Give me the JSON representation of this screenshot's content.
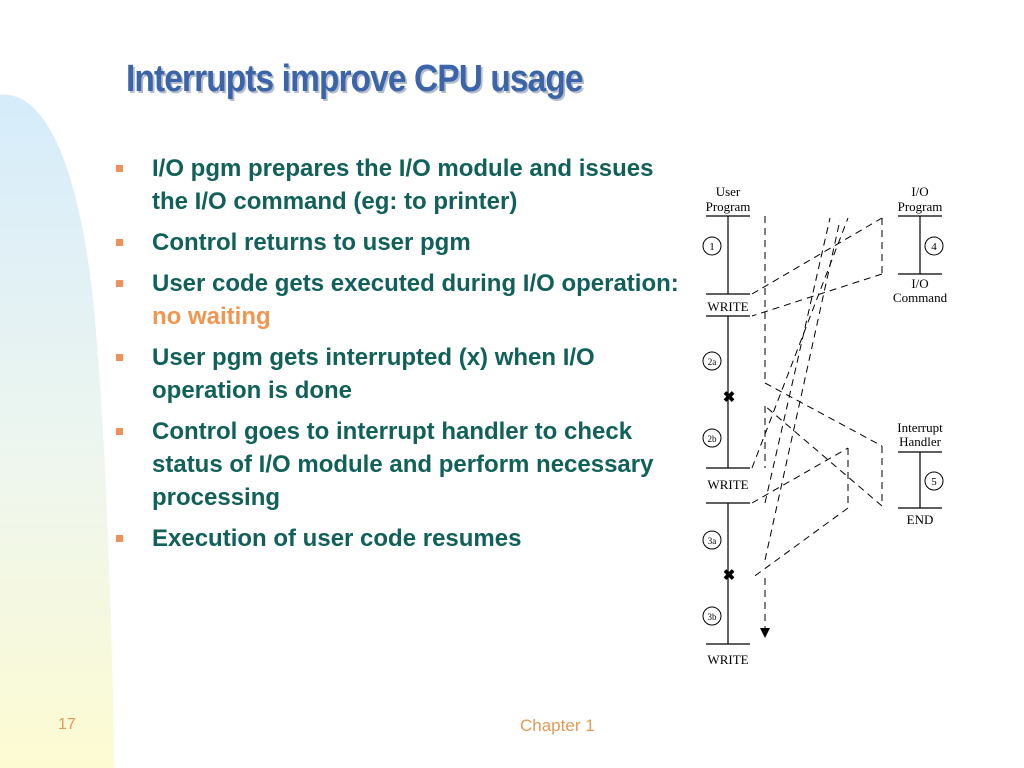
{
  "slide": {
    "title": "Interrupts improve CPU usage",
    "bullets": [
      {
        "text": "I/O pgm prepares the I/O module and issues the I/O command (eg: to printer)",
        "highlight": ""
      },
      {
        "text": "Control returns to user pgm",
        "highlight": ""
      },
      {
        "text": "User code gets executed during I/O operation: ",
        "highlight": "no waiting"
      },
      {
        "text": "User pgm gets interrupted (x) when I/O operation is done",
        "highlight": ""
      },
      {
        "text": "Control goes to interrupt handler to check status of I/O module and perform necessary processing",
        "highlight": ""
      },
      {
        "text": "Execution of user code resumes",
        "highlight": ""
      }
    ],
    "page_number": "17",
    "footer": "Chapter 1"
  },
  "diagram": {
    "user_program": {
      "line1": "User",
      "line2": "Program"
    },
    "io_program": {
      "line1": "I/O",
      "line2": "Program"
    },
    "io_command": {
      "line1": "I/O",
      "line2": "Command"
    },
    "interrupt_handler": {
      "line1": "Interrupt",
      "line2": "Handler"
    },
    "write_labels": [
      "WRITE",
      "WRITE",
      "WRITE"
    ],
    "end_label": "END",
    "markers": [
      "1",
      "2a",
      "2b",
      "3a",
      "3b",
      "4",
      "5"
    ],
    "interrupt_marker": "✖"
  },
  "colors": {
    "title": "#3b65a8",
    "bullet_text": "#11605a",
    "bullet_mark": "#f0905a",
    "highlight": "#f09650",
    "footer": "#e39a55"
  }
}
